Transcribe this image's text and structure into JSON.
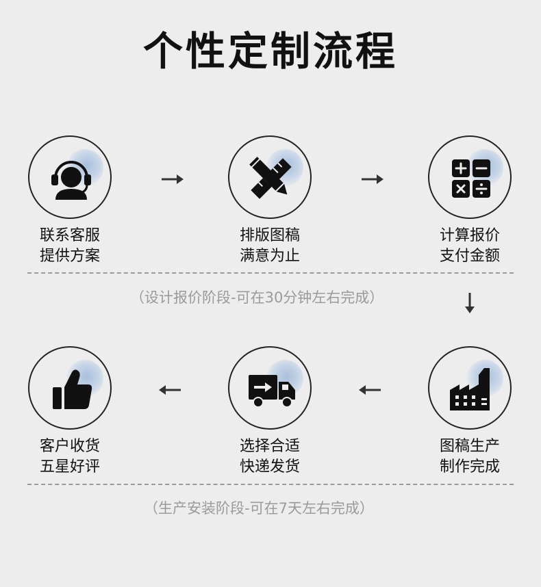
{
  "title": "个性定制流程",
  "steps": [
    {
      "line1": "联系客服",
      "line2": "提供方案",
      "icon": "customer-service-headset-icon"
    },
    {
      "line1": "排版图稿",
      "line2": "满意为止",
      "icon": "pencil-ruler-icon"
    },
    {
      "line1": "计算报价",
      "line2": "支付金额",
      "icon": "calculator-icon"
    },
    {
      "line1": "图稿生产",
      "line2": "制作完成",
      "icon": "factory-icon"
    },
    {
      "line1": "选择合适",
      "line2": "快递发货",
      "icon": "delivery-truck-icon"
    },
    {
      "line1": "客户收货",
      "line2": "五星好评",
      "icon": "thumbs-up-icon"
    }
  ],
  "notes": {
    "design_phase": "（设计报价阶段-可在30分钟左右完成）",
    "production_phase": "（生产安装阶段-可在7天左右完成）"
  },
  "colors": {
    "background": "#ededee",
    "icon": "#111111",
    "accent_glow": "#a9bfdc",
    "note_text": "#9a9a9a"
  }
}
